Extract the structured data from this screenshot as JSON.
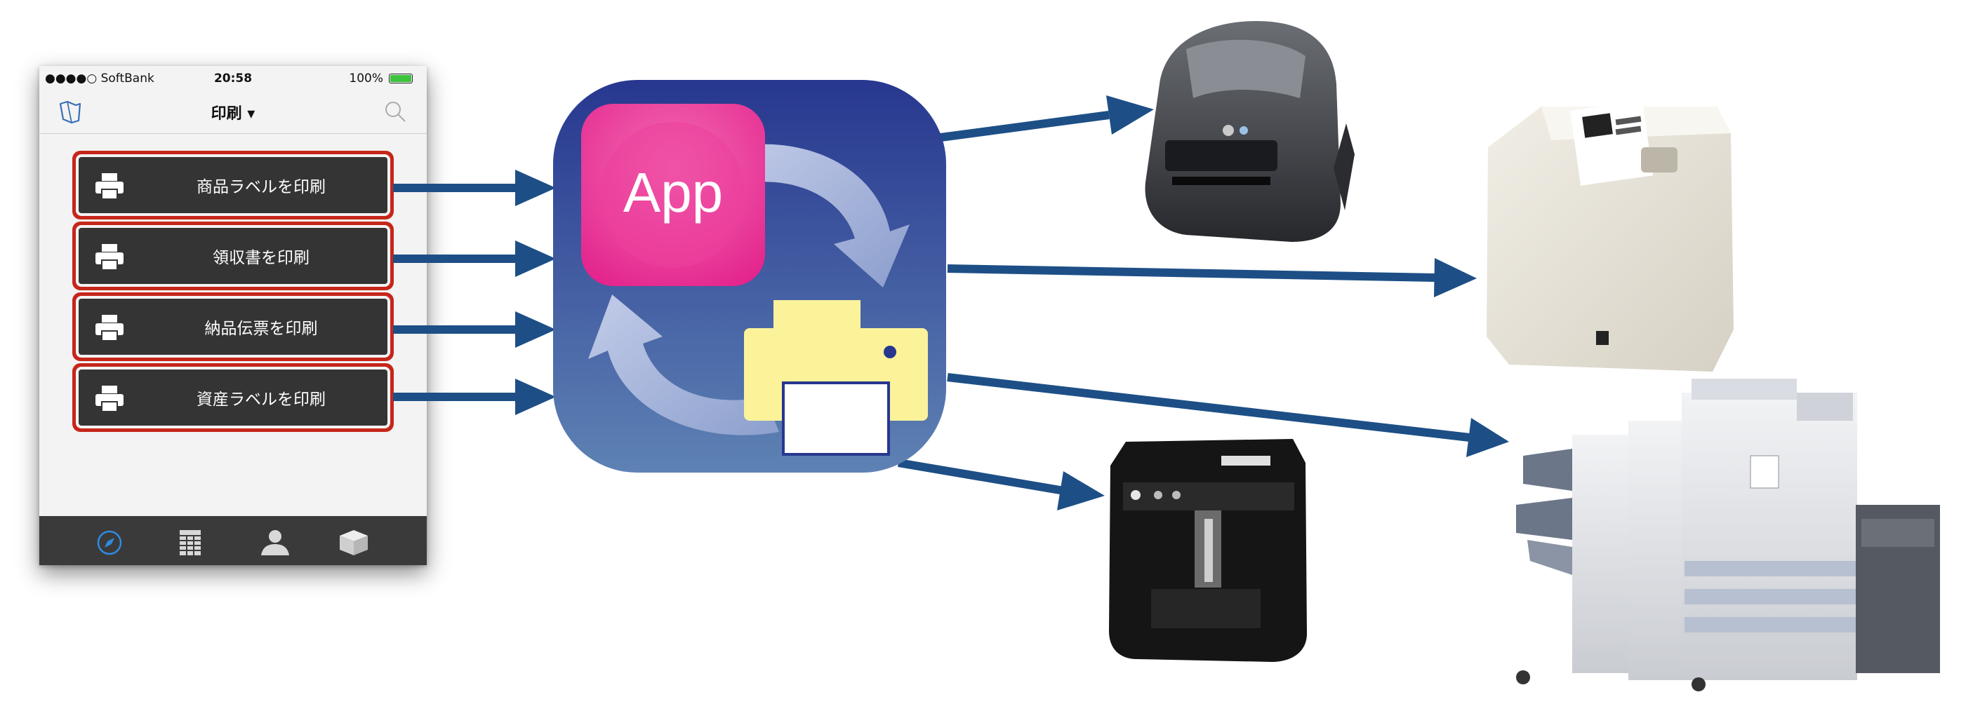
{
  "phone": {
    "status": {
      "carrier": "●●●●○ SoftBank",
      "time": "20:58",
      "battery": "100%"
    },
    "nav_title": "印刷 ▾",
    "buttons": [
      {
        "label": "商品ラベルを印刷"
      },
      {
        "label": "領収書を印刷"
      },
      {
        "label": "納品伝票を印刷"
      },
      {
        "label": "資産ラベルを印刷"
      }
    ],
    "tabs": [
      "compass-icon",
      "spreadsheet-icon",
      "person-icon",
      "box-icon"
    ]
  },
  "app_icon": {
    "badge_text": "App"
  },
  "printers": [
    {
      "name": "brother-label-printer"
    },
    {
      "name": "epson-receipt-printer"
    },
    {
      "name": "office-multifunction-printer"
    },
    {
      "name": "tepra-label-printer"
    }
  ],
  "colors": {
    "arrow": "#1d4f86",
    "highlight": "#c6261a",
    "app_bg_top": "#27378f",
    "app_bg_bottom": "#5e82b4",
    "app_badge": "#e8298f",
    "printer_yellow": "#fbf29a"
  }
}
